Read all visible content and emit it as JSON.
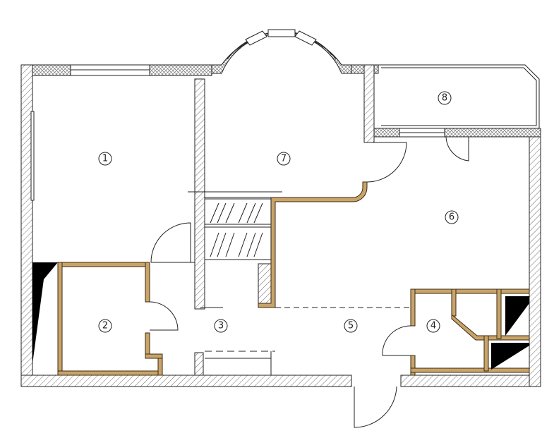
{
  "plan": {
    "colors": {
      "wall_hatch": "#6b6b6b",
      "partition": "#c9a46a",
      "partition_stroke": "#3a2a10",
      "line": "#222222",
      "fill_black": "#000000"
    },
    "rooms": [
      {
        "id": "room-1",
        "label": "1"
      },
      {
        "id": "room-2",
        "label": "2"
      },
      {
        "id": "room-3",
        "label": "3"
      },
      {
        "id": "room-4",
        "label": "4"
      },
      {
        "id": "room-5",
        "label": "5"
      },
      {
        "id": "room-6",
        "label": "6"
      },
      {
        "id": "room-7",
        "label": "7"
      },
      {
        "id": "room-8",
        "label": "8"
      }
    ]
  }
}
